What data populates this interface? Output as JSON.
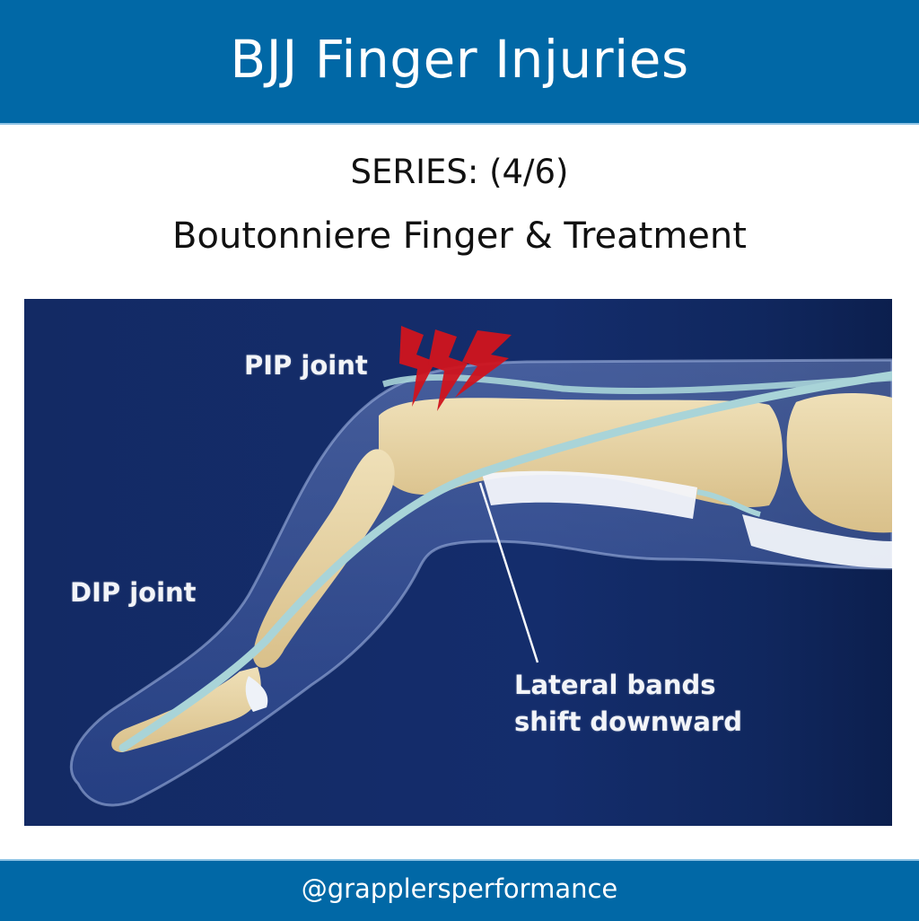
{
  "header": {
    "title": "BJJ Finger Injuries"
  },
  "subtitle": {
    "series": "SERIES: (4/6)",
    "topic": "Boutonniere Finger & Treatment"
  },
  "illustration": {
    "labels": {
      "pip_joint": "PIP joint",
      "dip_joint": "DIP joint",
      "lateral_bands_line1": "Lateral bands",
      "lateral_bands_line2": "shift downward"
    },
    "icons": [
      "lightning-bolt-icon",
      "lightning-bolt-icon",
      "lightning-bolt-icon"
    ],
    "colors": {
      "background": "#132a64",
      "bone": "#e6d3a4",
      "tendon": "#a9d4d8",
      "pain_bolts": "#d0141e"
    }
  },
  "footer": {
    "handle": "@grapplersperformance"
  },
  "colors": {
    "brand_blue": "#0168a6",
    "accent_line": "#8fc3e4"
  }
}
